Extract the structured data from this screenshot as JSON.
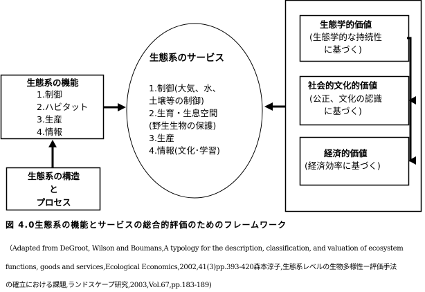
{
  "functions_box": {
    "title": "生態系の機能",
    "items": [
      "1.制御",
      "2.ハビタット",
      "3.生産",
      "4.情報"
    ]
  },
  "structure_box": {
    "lines": [
      "生態系の構造",
      "と",
      "プロセス"
    ]
  },
  "services_ellipse": {
    "title": "生態系のサービス",
    "lines": [
      "1.制御(大気、水、",
      "土壌等の制御)",
      "2.生育・生息空間",
      "(野生生物の保護)",
      "3.生産",
      "4.情報(文化･学習)"
    ]
  },
  "values": [
    {
      "title": "生態学的価値",
      "lines": [
        "(生態学的な持続性",
        "に基づく)"
      ]
    },
    {
      "title": "社会的文化的価値",
      "lines": [
        "(公正、文化の認識",
        "に基づく)"
      ]
    },
    {
      "title": "経済的価値",
      "lines": [
        "(経済効率に基づく)"
      ]
    }
  ],
  "caption": "図 4.0生態系の機能とサービスの総合的評価のためのフレームワーク",
  "reference": [
    "（Adapted from DeGroot, Wilson and Boumans,A typology for the description, classification, and valuation of ecosystem",
    "functions, goods and services,Ecological Economics,2002,41(3)pp.393-420森本淳子,生態系レベルの生物多様性ー評価手法",
    "の確立における課題,ランドスケープ研究,2003,Vol.67,pp.183-189)"
  ]
}
